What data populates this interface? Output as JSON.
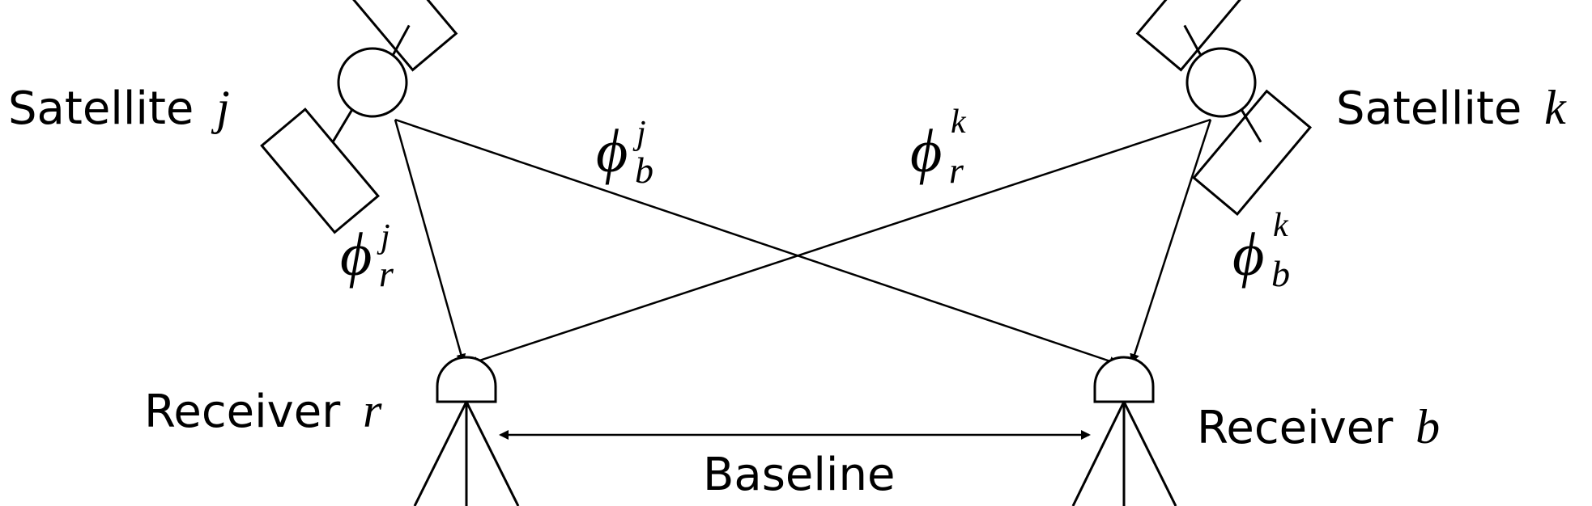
{
  "satellites": {
    "j": {
      "label": "Satellite",
      "var": "j"
    },
    "k": {
      "label": "Satellite",
      "var": "k"
    }
  },
  "receivers": {
    "r": {
      "label": "Receiver",
      "var": "r"
    },
    "b": {
      "label": "Receiver",
      "var": "b"
    }
  },
  "baseline": {
    "label": "Baseline"
  },
  "phases": {
    "phi_b_j": {
      "symbol": "ϕ",
      "sup": "j",
      "sub": "b"
    },
    "phi_r_k": {
      "symbol": "ϕ",
      "sup": "k",
      "sub": "r"
    },
    "phi_r_j": {
      "symbol": "ϕ",
      "sup": "j",
      "sub": "r"
    },
    "phi_b_k": {
      "symbol": "ϕ",
      "sup": "k",
      "sub": "b"
    }
  }
}
